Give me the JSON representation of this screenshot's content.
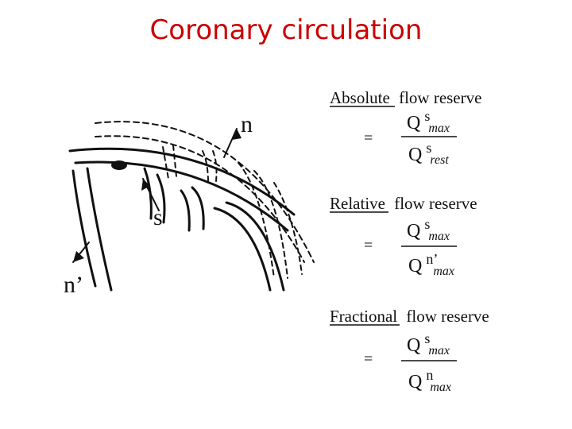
{
  "title": "Coronary circulation",
  "labels": {
    "n": "n",
    "s": "s",
    "n_prime": "n’"
  },
  "equals": "=",
  "formulas": [
    {
      "heading_underlined": "Absolute",
      "heading_rest": "flow reserve",
      "num_base": "Q",
      "num_sup": "s",
      "num_sub": "max",
      "den_base": "Q",
      "den_sup": "s",
      "den_sub": "rest"
    },
    {
      "heading_underlined": "Relative",
      "heading_rest": "flow reserve",
      "num_base": "Q",
      "num_sup": "s",
      "num_sub": "max",
      "den_base": "Q",
      "den_sup": "n’",
      "den_sub": "max"
    },
    {
      "heading_underlined": "Fractional",
      "heading_rest": "flow reserve",
      "num_base": "Q",
      "num_sup": "s",
      "num_sub": "max",
      "den_base": "Q",
      "den_sup": "n",
      "den_sub": "max"
    }
  ],
  "colors": {
    "title": "#cc0000",
    "ink": "#111111"
  }
}
